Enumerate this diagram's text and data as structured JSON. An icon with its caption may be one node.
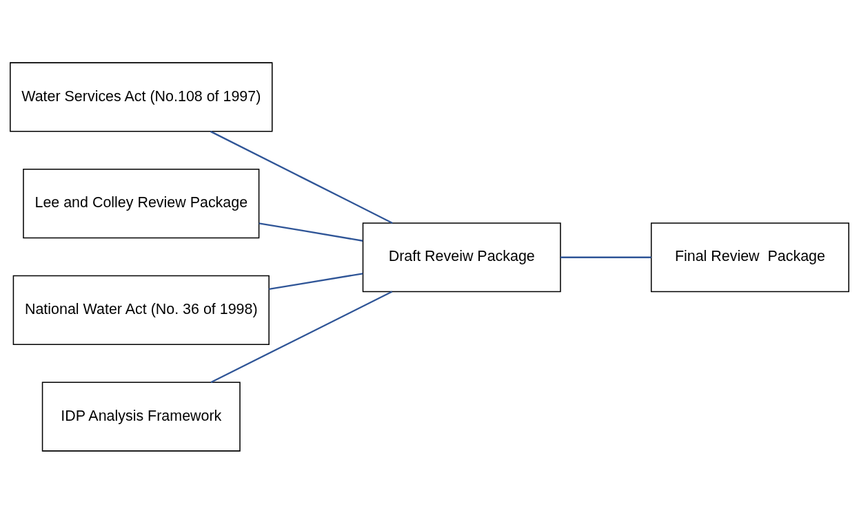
{
  "diagram": {
    "nodes": [
      {
        "text": [
          "Water Services Act (No.108 of 1997)"
        ]
      },
      {
        "text": [
          "Lee and Colley Review Package"
        ]
      },
      {
        "text": [
          "National Water Act (No. 36 of 1998)"
        ]
      },
      {
        "text": [
          "Draft Reveiw Package"
        ]
      },
      {
        "text": [
          "IDP Analysis Framework"
        ]
      },
      {
        "text": [
          "Final Review  Package"
        ]
      }
    ],
    "edges": [
      {
        "from": 0,
        "to": 3,
        "arrow": "none"
      },
      {
        "from": 1,
        "to": 3,
        "arrow": "none"
      },
      {
        "from": 2,
        "to": 3,
        "arrow": "none"
      },
      {
        "from": 4,
        "to": 3,
        "arrow": "none"
      },
      {
        "from": 3,
        "to": 5,
        "arrow": "none"
      }
    ]
  }
}
